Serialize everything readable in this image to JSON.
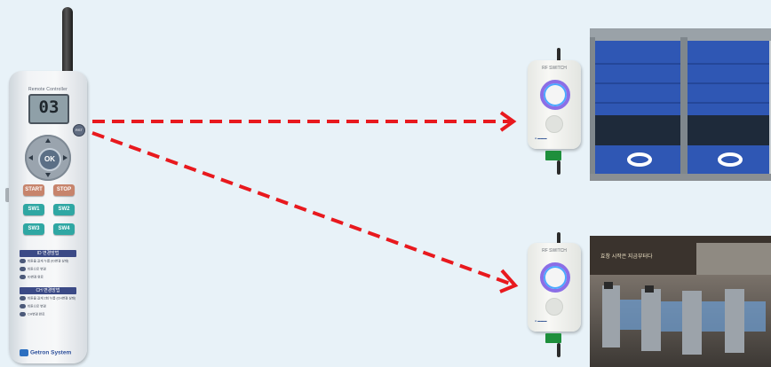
{
  "remote": {
    "title": "Remote Controller",
    "display": "03",
    "rst_label": "RST",
    "ok_label": "OK",
    "buttons": {
      "start": "START",
      "stop": "STOP",
      "sw1": "SW1",
      "sw2": "SW2",
      "sw3": "SW3",
      "sw4": "SW4"
    },
    "id_panel": {
      "heading": "ID 변경방법",
      "lines": [
        "비튼을 길게 누름 (ID변경 상태)",
        "비튼으로 변경",
        "ID변경 완료"
      ]
    },
    "ch_panel": {
      "heading": "CH 변경방법",
      "lines": [
        "비튼을 길게 2회 누름 (CH변경 상태)",
        "비튼으로 변경",
        "CH변경 완료"
      ]
    },
    "brand": "Getron System"
  },
  "switches": [
    {
      "label": "RF SWITCH"
    },
    {
      "label": "RF SWITCH"
    }
  ],
  "gate_sign": "효창 시작은 지금부터다",
  "colors": {
    "background": "#e8f2f8",
    "arrow": "#e8191e",
    "door": "#2f57b4",
    "button_start": "#c7846c",
    "button_sw": "#2fa7a3"
  },
  "icons": {
    "connection": "dashed-red-arrow",
    "dpad": "four-way-arrow-pad"
  }
}
